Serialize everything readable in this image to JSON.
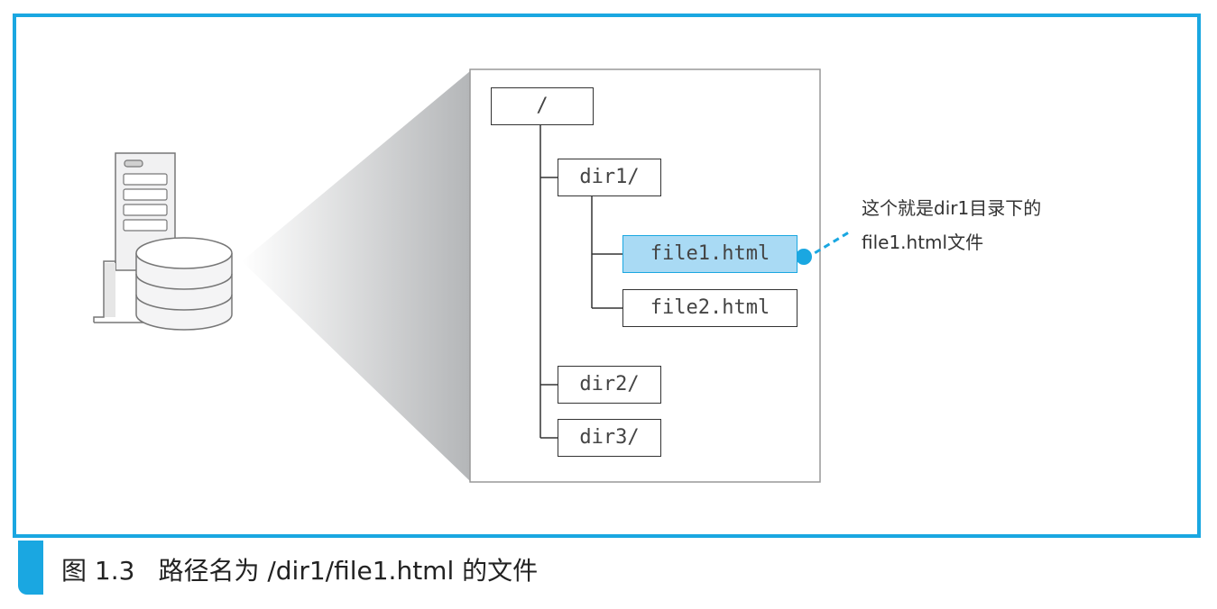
{
  "tree": {
    "root": "/",
    "dir1": "dir1/",
    "file1": "file1.html",
    "file2": "file2.html",
    "dir2": "dir2/",
    "dir3": "dir3/"
  },
  "callout": {
    "line1": "这个就是dir1目录下的",
    "line2": "file1.html文件"
  },
  "caption": {
    "label": "图 1.3",
    "text": "路径名为 /dir1/file1.html 的文件"
  },
  "colors": {
    "accent": "#1aa7e1",
    "highlight": "#a9daf4",
    "line": "#333333"
  },
  "icons": [
    "server-icon",
    "database-icon"
  ]
}
